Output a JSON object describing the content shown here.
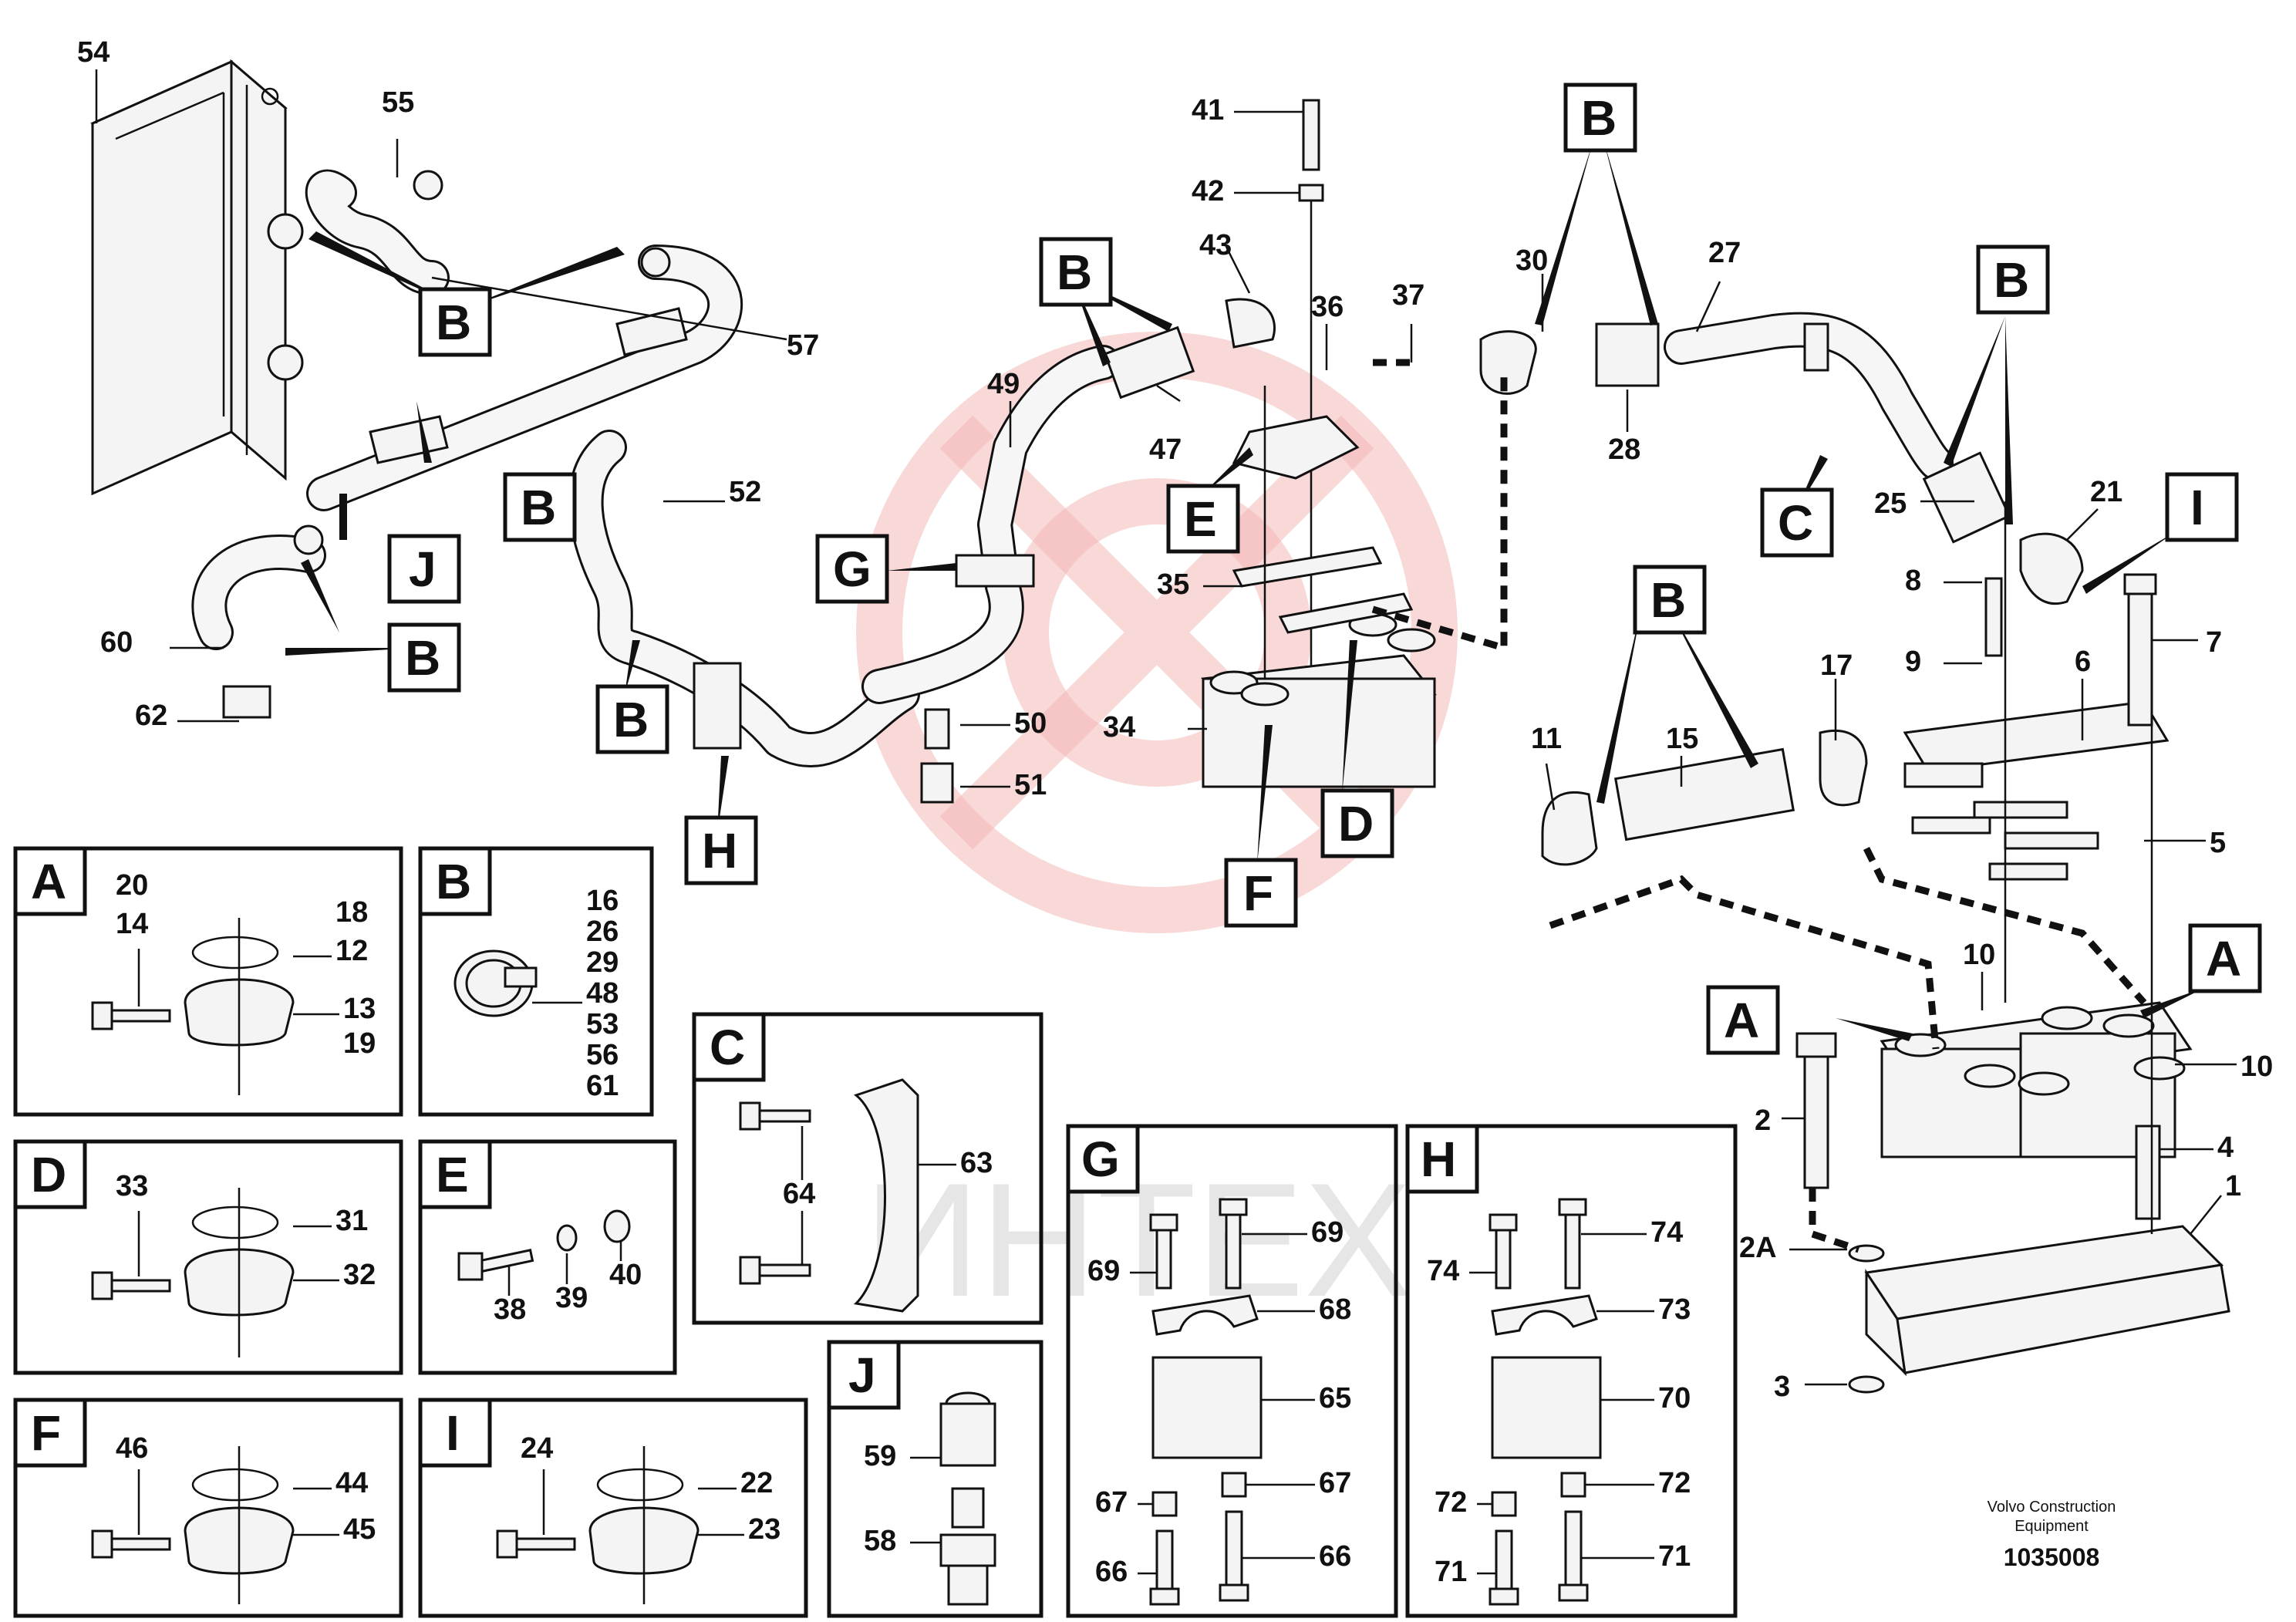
{
  "numbers": {
    "n54": "54",
    "n55": "55",
    "n57": "57",
    "n52": "52",
    "n60": "60",
    "n62": "62",
    "n41": "41",
    "n42": "42",
    "n43": "43",
    "n36": "36",
    "n37": "37",
    "n49": "49",
    "n47": "47",
    "n35": "35",
    "n34": "34",
    "n50": "50",
    "n51": "51",
    "n30": "30",
    "n28": "28",
    "n27": "27",
    "n25": "25",
    "n21": "21",
    "n8": "8",
    "n9": "9",
    "n6": "6",
    "n7": "7",
    "n5": "5",
    "n17": "17",
    "n15": "15",
    "n11": "11",
    "n10a": "10",
    "n10b": "10",
    "n2": "2",
    "n4": "4",
    "n1": "1",
    "n2A": "2A",
    "n3": "3"
  },
  "callouts": {
    "b1": "B",
    "b2": "B",
    "b3": "B",
    "b4": "B",
    "b5": "B",
    "b6": "B",
    "b7": "B",
    "j": "J",
    "g": "G",
    "e": "E",
    "h": "H",
    "f": "F",
    "d": "D",
    "c": "C",
    "i": "I",
    "a1": "A",
    "a2": "A"
  },
  "details": {
    "A": {
      "letter": "A",
      "labels": [
        "20",
        "14",
        "18",
        "12",
        "13",
        "19"
      ]
    },
    "B": {
      "letter": "B",
      "labels": [
        "16",
        "26",
        "29",
        "48",
        "53",
        "56",
        "61"
      ]
    },
    "C": {
      "letter": "C",
      "labels": [
        "63",
        "64"
      ]
    },
    "D": {
      "letter": "D",
      "labels": [
        "33",
        "31",
        "32"
      ]
    },
    "E": {
      "letter": "E",
      "labels": [
        "38",
        "39",
        "40"
      ]
    },
    "F": {
      "letter": "F",
      "labels": [
        "46",
        "44",
        "45"
      ]
    },
    "I": {
      "letter": "I",
      "labels": [
        "24",
        "22",
        "23"
      ]
    },
    "J": {
      "letter": "J",
      "labels": [
        "59",
        "58"
      ]
    },
    "G": {
      "letter": "G",
      "labels": [
        "69",
        "69",
        "68",
        "65",
        "67",
        "67",
        "66",
        "66"
      ]
    },
    "H": {
      "letter": "H",
      "labels": [
        "74",
        "74",
        "73",
        "70",
        "72",
        "72",
        "71",
        "71"
      ]
    }
  },
  "footer": {
    "line1": "Volvo Construction",
    "line2": "Equipment",
    "drawing_number": "1035008"
  },
  "watermark_text": "ИНТЕХ"
}
